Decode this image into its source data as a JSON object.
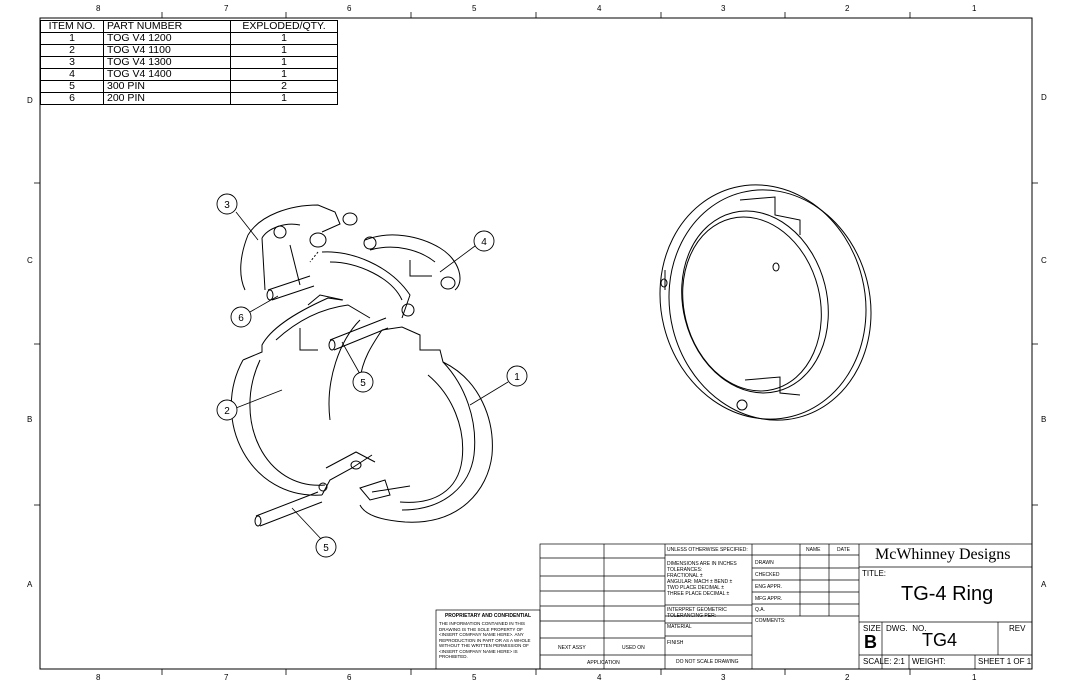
{
  "border": {
    "cols_top": [
      "8",
      "7",
      "6",
      "5",
      "4",
      "3",
      "2",
      "1"
    ],
    "cols_bottom": [
      "8",
      "7",
      "6",
      "5",
      "4",
      "3",
      "2",
      "1"
    ],
    "rows_left": [
      "D",
      "C",
      "B",
      "A"
    ],
    "rows_right": [
      "D",
      "C",
      "B",
      "A"
    ]
  },
  "bom": {
    "headers": [
      "ITEM NO.",
      "PART NUMBER",
      "EXPLODED/QTY."
    ],
    "rows": [
      [
        "1",
        "TOG V4 1200",
        "1"
      ],
      [
        "2",
        "TOG V4 1100",
        "1"
      ],
      [
        "3",
        "TOG V4 1300",
        "1"
      ],
      [
        "4",
        "TOG V4 1400",
        "1"
      ],
      [
        "5",
        "300 PIN",
        "2"
      ],
      [
        "6",
        "200 PIN",
        "1"
      ]
    ]
  },
  "balloons": [
    "3",
    "4",
    "6",
    "5",
    "1",
    "2",
    "5"
  ],
  "title_block": {
    "company": "McWhinney Designs",
    "title_label": "TITLE:",
    "title": "TG-4 Ring",
    "size_label": "SIZE",
    "size": "B",
    "dwg_no_label": "DWG.  NO.",
    "dwg_no": "TG4",
    "rev_label": "REV",
    "scale": "SCALE: 2:1",
    "weight": "WEIGHT:",
    "sheet": "SHEET 1 OF 1",
    "unless": "UNLESS OTHERWISE SPECIFIED:",
    "name": "NAME",
    "date": "DATE",
    "dims": "DIMENSIONS ARE IN INCHES",
    "tolerances": "TOLERANCES:",
    "fractional": "FRACTIONAL ±",
    "angular": "ANGULAR: MACH ±    BEND ±",
    "two_place": "TWO PLACE DECIMAL    ±",
    "three_place": "THREE PLACE DECIMAL   ±",
    "interpret1": "INTERPRET GEOMETRIC",
    "interpret2": "TOLERANCING PER:",
    "material": "MATERIAL",
    "finish": "FINISH",
    "do_not_scale": "DO NOT SCALE DRAWING",
    "drawn": "DRAWN",
    "checked": "CHECKED",
    "eng_appr": "ENG APPR.",
    "mfg_appr": "MFG APPR.",
    "qa": "Q.A.",
    "comments": "COMMENTS:",
    "next_assy": "NEXT ASSY",
    "used_on": "USED ON",
    "application": "APPLICATION",
    "prop_title": "PROPRIETARY AND CONFIDENTIAL",
    "prop_lines": [
      "THE INFORMATION CONTAINED IN THIS",
      "DRAWING IS THE SOLE PROPERTY OF",
      "<INSERT COMPANY NAME HERE>. ANY",
      "REPRODUCTION IN PART OR AS A WHOLE",
      "WITHOUT THE WRITTEN PERMISSION OF",
      "<INSERT COMPANY NAME HERE> IS",
      "PROHIBITED."
    ]
  }
}
